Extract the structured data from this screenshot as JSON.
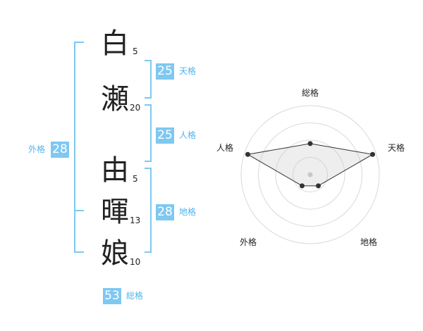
{
  "name_chars": [
    {
      "char": "白",
      "strokes": "5"
    },
    {
      "char": "瀬",
      "strokes": "20"
    },
    {
      "char": "由",
      "strokes": "5"
    },
    {
      "char": "暉",
      "strokes": "13"
    },
    {
      "char": "娘",
      "strokes": "10"
    }
  ],
  "badges": {
    "tenkaku": {
      "value": "25",
      "label": "天格"
    },
    "jinkaku": {
      "value": "25",
      "label": "人格"
    },
    "chikaku": {
      "value": "28",
      "label": "地格"
    },
    "gaikaku": {
      "value": "28",
      "label": "外格"
    },
    "soukaku": {
      "value": "53",
      "label": "総格"
    }
  },
  "colors": {
    "accent": "#7ec8f2",
    "label": "#52b4eb",
    "bracket": "#7ec8f2"
  },
  "chart_data": {
    "type": "radar",
    "axes": [
      "総格",
      "天格",
      "地格",
      "外格",
      "人格"
    ],
    "values": [
      0.45,
      0.95,
      0.2,
      0.2,
      0.95
    ],
    "max": 1.0,
    "rings": 4
  }
}
